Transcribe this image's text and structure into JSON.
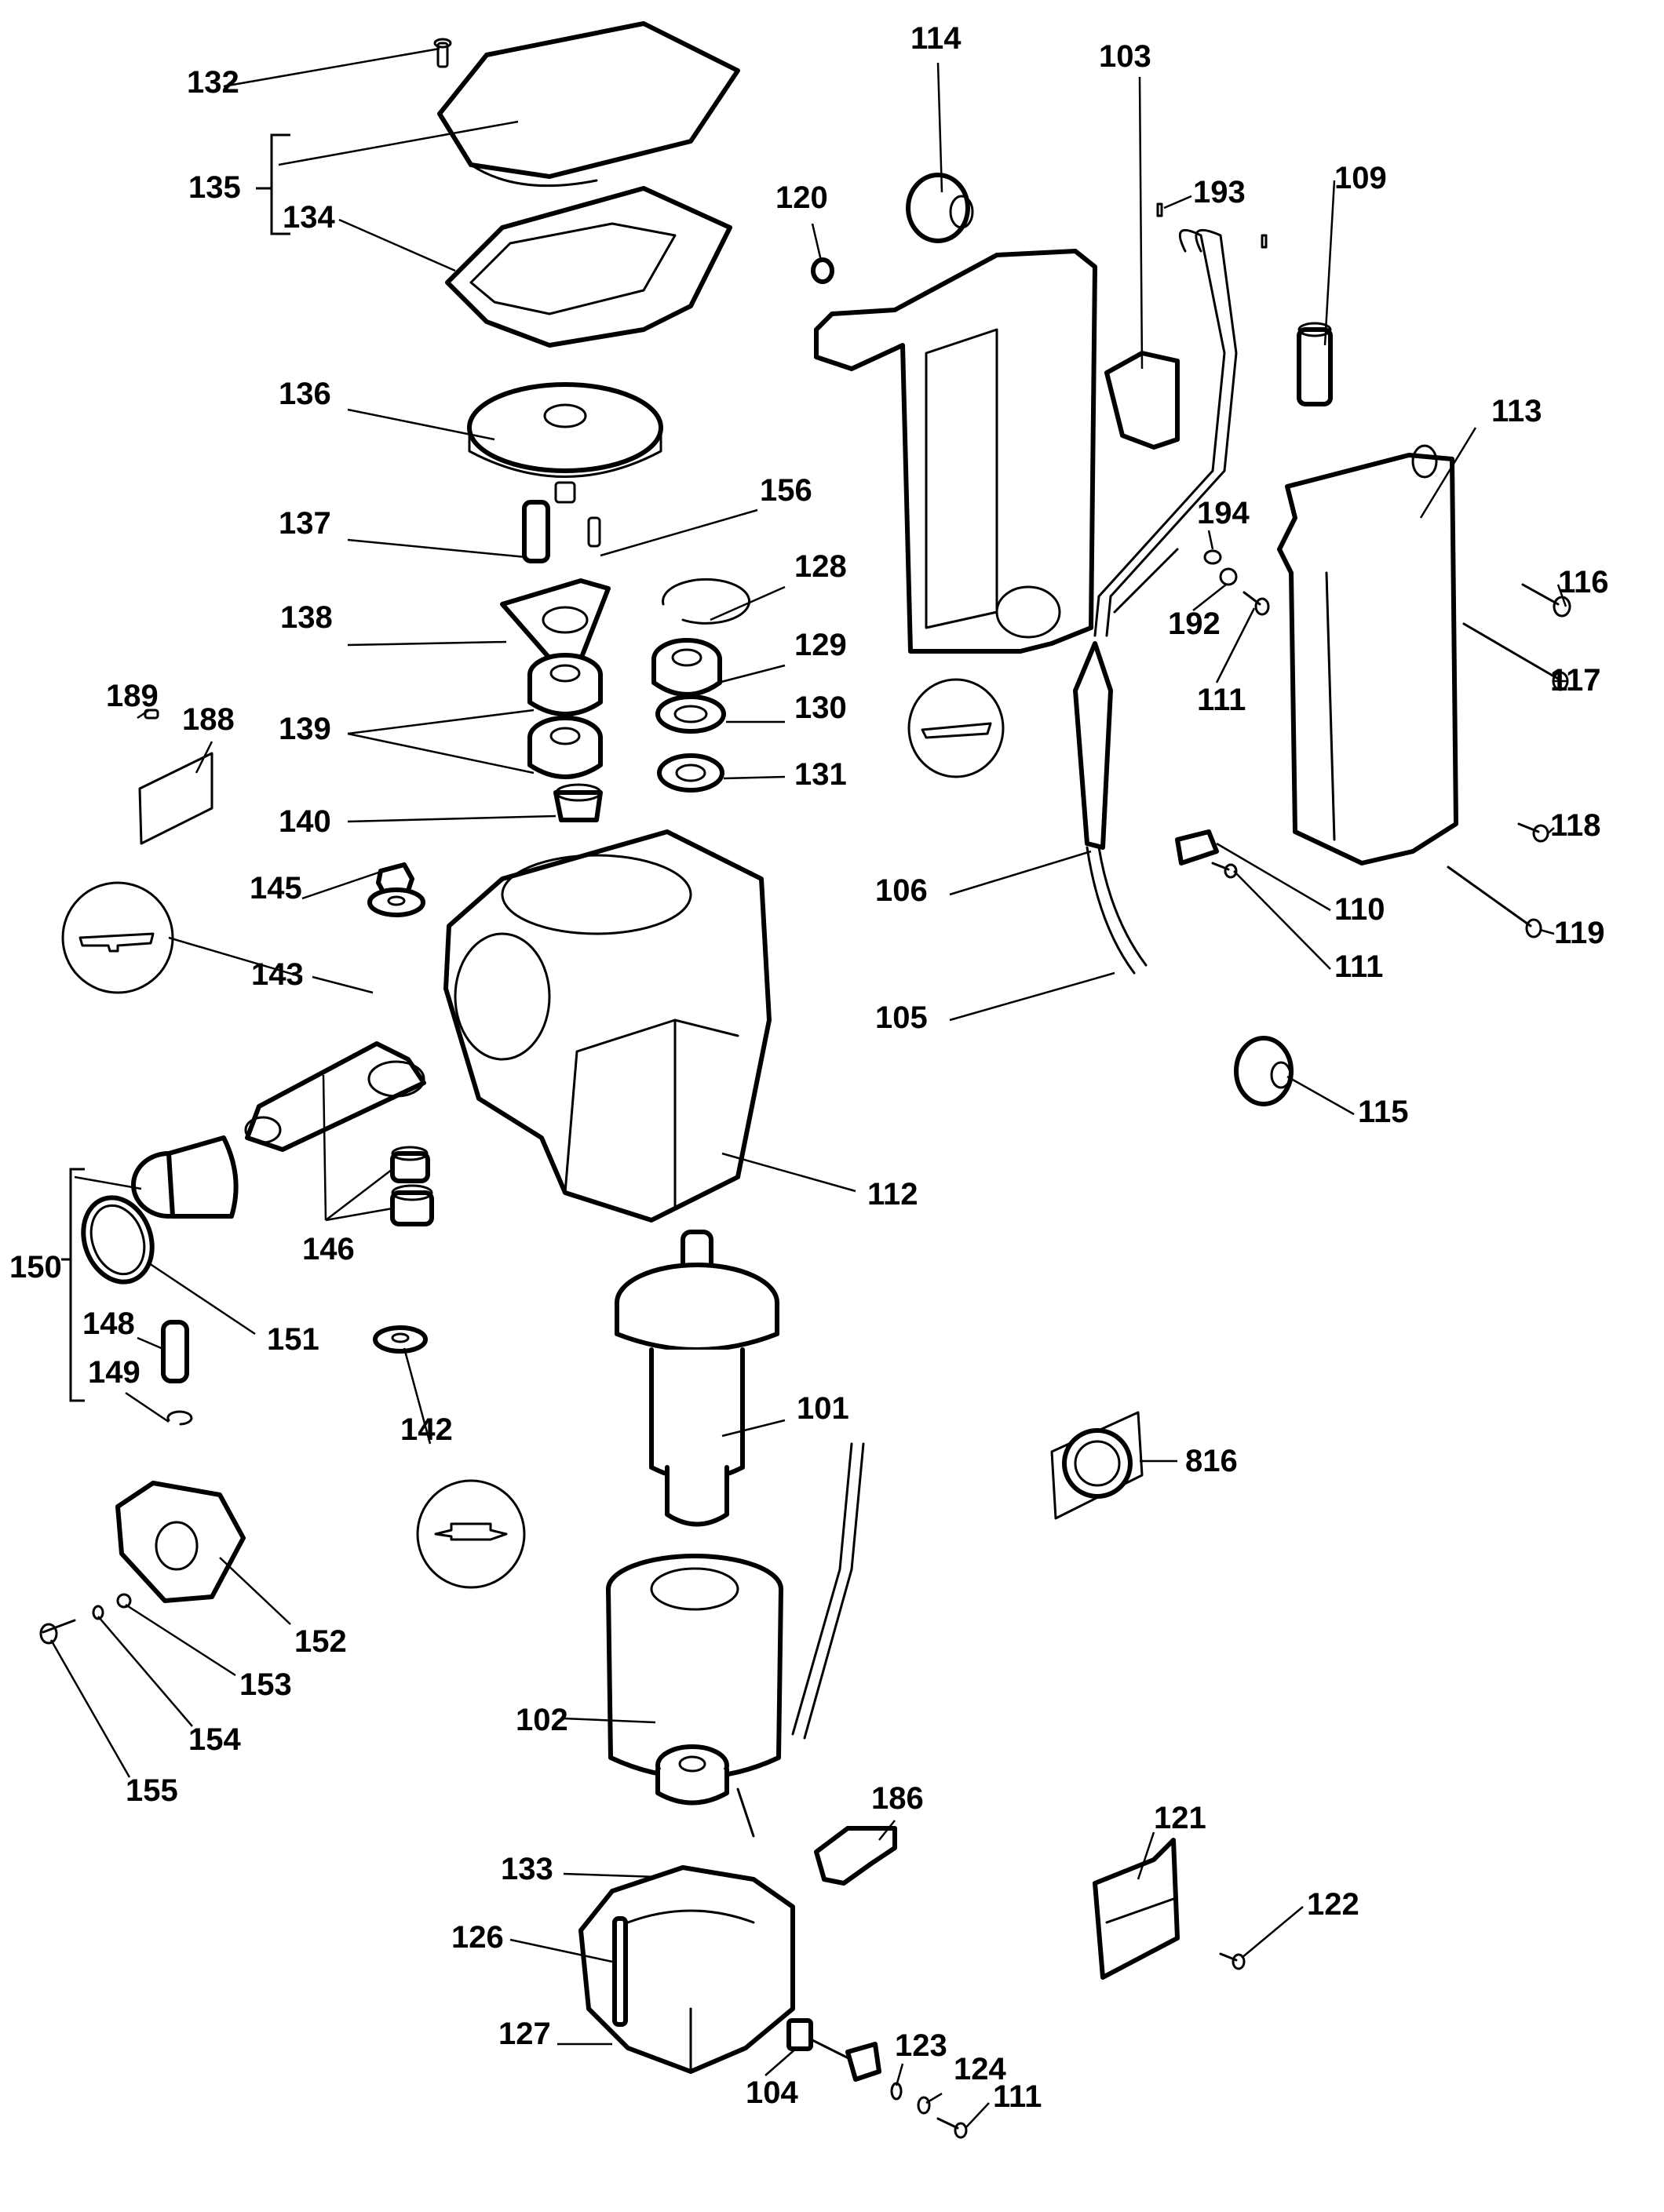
{
  "diagram": {
    "title": "Exploded parts diagram - demolition hammer",
    "colors": {
      "ink": "#000000",
      "background": "#ffffff"
    },
    "callouts": [
      {
        "id": "132",
        "label": "132"
      },
      {
        "id": "135",
        "label": "135"
      },
      {
        "id": "134",
        "label": "134"
      },
      {
        "id": "136",
        "label": "136"
      },
      {
        "id": "137",
        "label": "137"
      },
      {
        "id": "156",
        "label": "156"
      },
      {
        "id": "138",
        "label": "138"
      },
      {
        "id": "128",
        "label": "128"
      },
      {
        "id": "129",
        "label": "129"
      },
      {
        "id": "139",
        "label": "139"
      },
      {
        "id": "130",
        "label": "130"
      },
      {
        "id": "131",
        "label": "131"
      },
      {
        "id": "189",
        "label": "189"
      },
      {
        "id": "188",
        "label": "188"
      },
      {
        "id": "140",
        "label": "140"
      },
      {
        "id": "145",
        "label": "145"
      },
      {
        "id": "143",
        "label": "143"
      },
      {
        "id": "146",
        "label": "146"
      },
      {
        "id": "150",
        "label": "150"
      },
      {
        "id": "151",
        "label": "151"
      },
      {
        "id": "148",
        "label": "148"
      },
      {
        "id": "149",
        "label": "149"
      },
      {
        "id": "142",
        "label": "142"
      },
      {
        "id": "152",
        "label": "152"
      },
      {
        "id": "153",
        "label": "153"
      },
      {
        "id": "154",
        "label": "154"
      },
      {
        "id": "155",
        "label": "155"
      },
      {
        "id": "112",
        "label": "112"
      },
      {
        "id": "101",
        "label": "101"
      },
      {
        "id": "102",
        "label": "102"
      },
      {
        "id": "133",
        "label": "133"
      },
      {
        "id": "126",
        "label": "126"
      },
      {
        "id": "127",
        "label": "127"
      },
      {
        "id": "104",
        "label": "104"
      },
      {
        "id": "123",
        "label": "123"
      },
      {
        "id": "124",
        "label": "124"
      },
      {
        "id": "111c",
        "label": "111"
      },
      {
        "id": "186",
        "label": "186"
      },
      {
        "id": "121",
        "label": "121"
      },
      {
        "id": "122",
        "label": "122"
      },
      {
        "id": "816",
        "label": "816"
      },
      {
        "id": "114",
        "label": "114"
      },
      {
        "id": "120",
        "label": "120"
      },
      {
        "id": "103",
        "label": "103"
      },
      {
        "id": "193",
        "label": "193"
      },
      {
        "id": "109",
        "label": "109"
      },
      {
        "id": "113",
        "label": "113"
      },
      {
        "id": "194",
        "label": "194"
      },
      {
        "id": "192",
        "label": "192"
      },
      {
        "id": "111a",
        "label": "111"
      },
      {
        "id": "116",
        "label": "116"
      },
      {
        "id": "117",
        "label": "117"
      },
      {
        "id": "118",
        "label": "118"
      },
      {
        "id": "106",
        "label": "106"
      },
      {
        "id": "110",
        "label": "110"
      },
      {
        "id": "111b",
        "label": "111"
      },
      {
        "id": "119",
        "label": "119"
      },
      {
        "id": "105",
        "label": "105"
      },
      {
        "id": "115",
        "label": "115"
      }
    ]
  }
}
